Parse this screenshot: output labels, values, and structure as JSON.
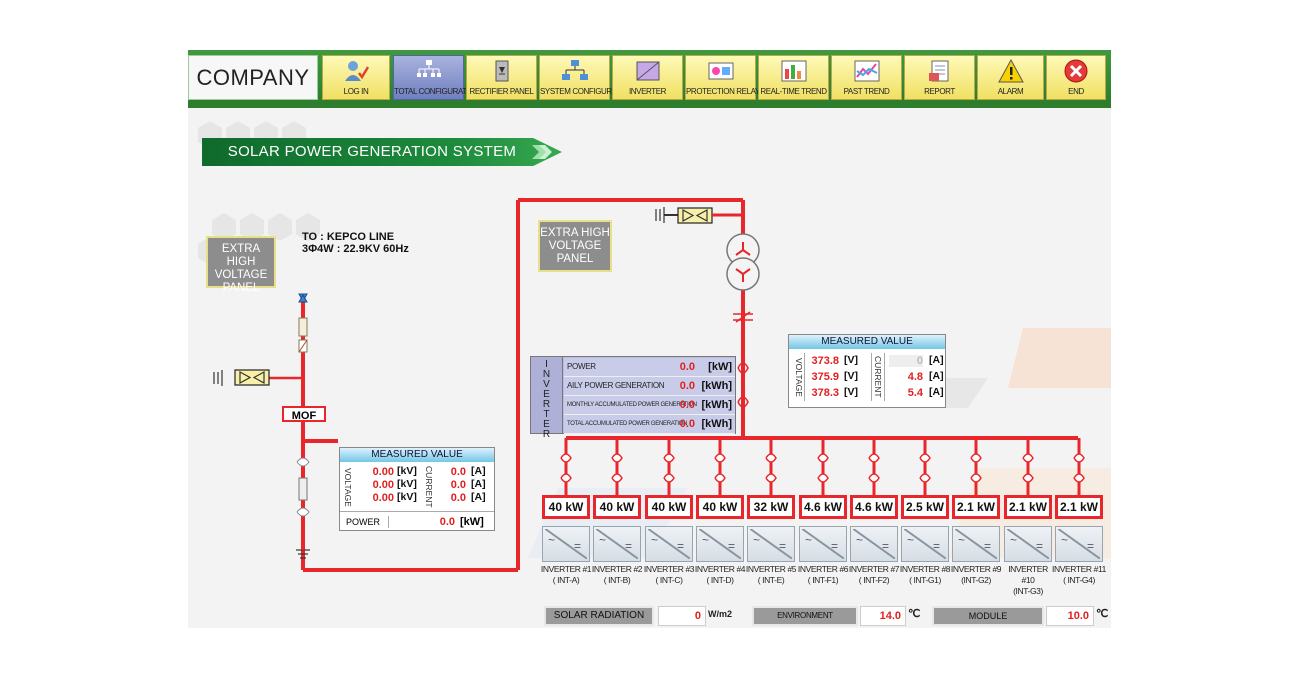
{
  "brand": "COMPANY",
  "nav": [
    {
      "label": "LOG IN",
      "icon": "user-login-icon"
    },
    {
      "label": "TOTAL CONFIGURATION",
      "icon": "network-tree-icon",
      "active": true
    },
    {
      "label": "RECTIFIER PANEL",
      "icon": "rectifier-icon"
    },
    {
      "label": "SYSTEM CONFIGURATION",
      "icon": "system-diagram-icon"
    },
    {
      "label": "INVERTER",
      "icon": "inverter-icon"
    },
    {
      "label": "PROTECTION RELAY",
      "icon": "relay-icon"
    },
    {
      "label": "REAL-TIME TREND",
      "icon": "realtime-chart-icon"
    },
    {
      "label": "PAST TREND",
      "icon": "past-chart-icon"
    },
    {
      "label": "REPORT",
      "icon": "report-icon"
    },
    {
      "label": "ALARM",
      "icon": "warning-icon"
    },
    {
      "label": "END",
      "icon": "close-icon"
    }
  ],
  "page_title": "SOLAR POWER GENERATION SYSTEM",
  "left": {
    "panel_label": [
      "EXTRA HIGH",
      "VOLTAGE",
      "PANEL"
    ],
    "kepco_line1": "TO : KEPCO LINE",
    "kepco_line2": "3Φ4W : 22.9KV 60Hz",
    "mof": "MOF",
    "measured": {
      "header": "MEASURED VALUE",
      "voltage_label": "VOLTAGE",
      "current_label": "CURRENT",
      "voltages": [
        "0.00",
        "0.00",
        "0.00"
      ],
      "voltage_unit": "[kV]",
      "currents": [
        "0.0",
        "0.0",
        "0.0"
      ],
      "current_unit": "[A]",
      "power_label": "POWER",
      "power": "0.0",
      "power_unit": "[kW]"
    }
  },
  "right": {
    "panel_label": [
      "EXTRA HIGH",
      "VOLTAGE",
      "PANEL"
    ],
    "measured": {
      "header": "MEASURED VALUE",
      "voltage_label": "VOLTAGE",
      "current_label": "CURRENT",
      "voltages": [
        "373.8",
        "375.9",
        "378.3"
      ],
      "voltage_unit": "[V]",
      "currents": [
        "0",
        "4.8",
        "5.4"
      ],
      "current_unit": "[A]"
    }
  },
  "inverter_summary": {
    "side_label": "INVERTER",
    "rows": [
      {
        "label": "POWER",
        "value": "0.0",
        "unit": "[kW]"
      },
      {
        "label": "AILY POWER GENERATION",
        "value": "0.0",
        "unit": "[kWh]"
      },
      {
        "label": "MONTHLY ACCUMULATED POWER GENERATION",
        "value": "0.0",
        "unit": "[kWh]"
      },
      {
        "label": "TOTAL ACCUMULATED POWER GENERATION",
        "value": "0.0",
        "unit": "[kWh]"
      }
    ]
  },
  "inverters": [
    {
      "power": "40 kW",
      "name": "INVERTER #1",
      "id": "( INT-A)"
    },
    {
      "power": "40 kW",
      "name": "INVERTER #2",
      "id": "( INT-B)"
    },
    {
      "power": "40 kW",
      "name": "INVERTER #3",
      "id": "( INT-C)"
    },
    {
      "power": "40 kW",
      "name": "INVERTER #4",
      "id": "( INT-D)"
    },
    {
      "power": "32 kW",
      "name": "INVERTER #5",
      "id": "( INT-E)"
    },
    {
      "power": "4.6 kW",
      "name": "INVERTER #6",
      "id": "( INT-F1)"
    },
    {
      "power": "4.6 kW",
      "name": "INVERTER #7",
      "id": "( INT-F2)"
    },
    {
      "power": "2.5 kW",
      "name": "INVERTER #8",
      "id": "( INT-G1)"
    },
    {
      "power": "2.1 kW",
      "name": "INVERTER #9",
      "id": "(INT-G2)"
    },
    {
      "power": "2.1 kW",
      "name": "INVERTER #10",
      "id": "(INT-G3)"
    },
    {
      "power": "2.1 kW",
      "name": "INVERTER #11",
      "id": "( INT-G4)"
    }
  ],
  "bottom": {
    "solar_label": "SOLAR RADIATION",
    "solar_value": "0",
    "solar_unit": "W/m2",
    "env_label": "ENVIRONMENT TEMPERATURE",
    "env_value": "14.0",
    "env_unit": "℃",
    "module_label": "MODULE TEMPERATURE",
    "module_value": "10.0",
    "module_unit": "℃"
  },
  "colors": {
    "line": "#e8272c",
    "header_green": "#2d7d2d",
    "button_yellow": "#f0e062",
    "active_blue": "#6f7fc0"
  }
}
